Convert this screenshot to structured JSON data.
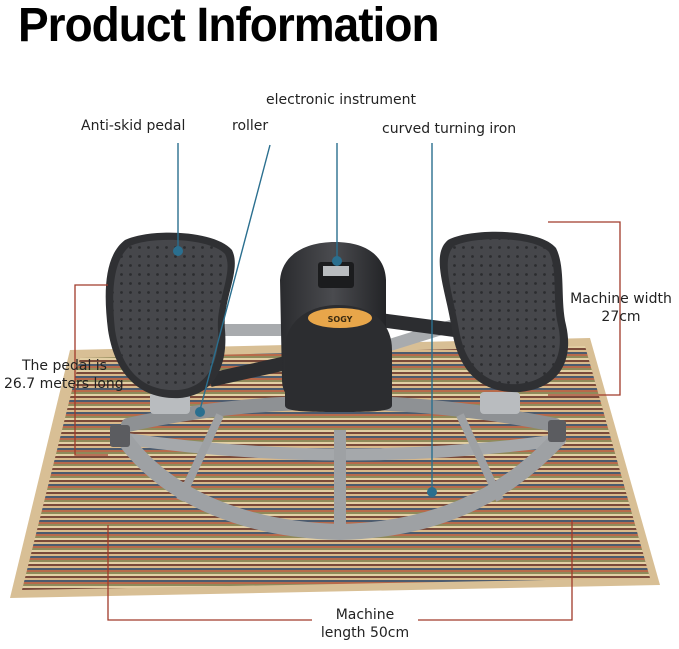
{
  "title": "Product Information",
  "labels": {
    "electronic_instrument": "electronic instrument",
    "anti_skid_pedal": "Anti-skid pedal",
    "roller": "roller",
    "curved_turning_iron": "curved turning iron",
    "machine_width_line1": "Machine width",
    "machine_width_line2": "27cm",
    "pedal_line1": "The pedal is",
    "pedal_line2": "26.7 meters long",
    "machine_length_line1": "Machine",
    "machine_length_line2": "length 50cm"
  },
  "brand_text": "SOGY",
  "colors": {
    "callout_blue": "#2a6f8f",
    "dimension_red": "#a03a2a",
    "frame_grey": "#9ea1a4",
    "pedal_dark": "#3c3d40",
    "accent_orange": "#e8a64a"
  }
}
